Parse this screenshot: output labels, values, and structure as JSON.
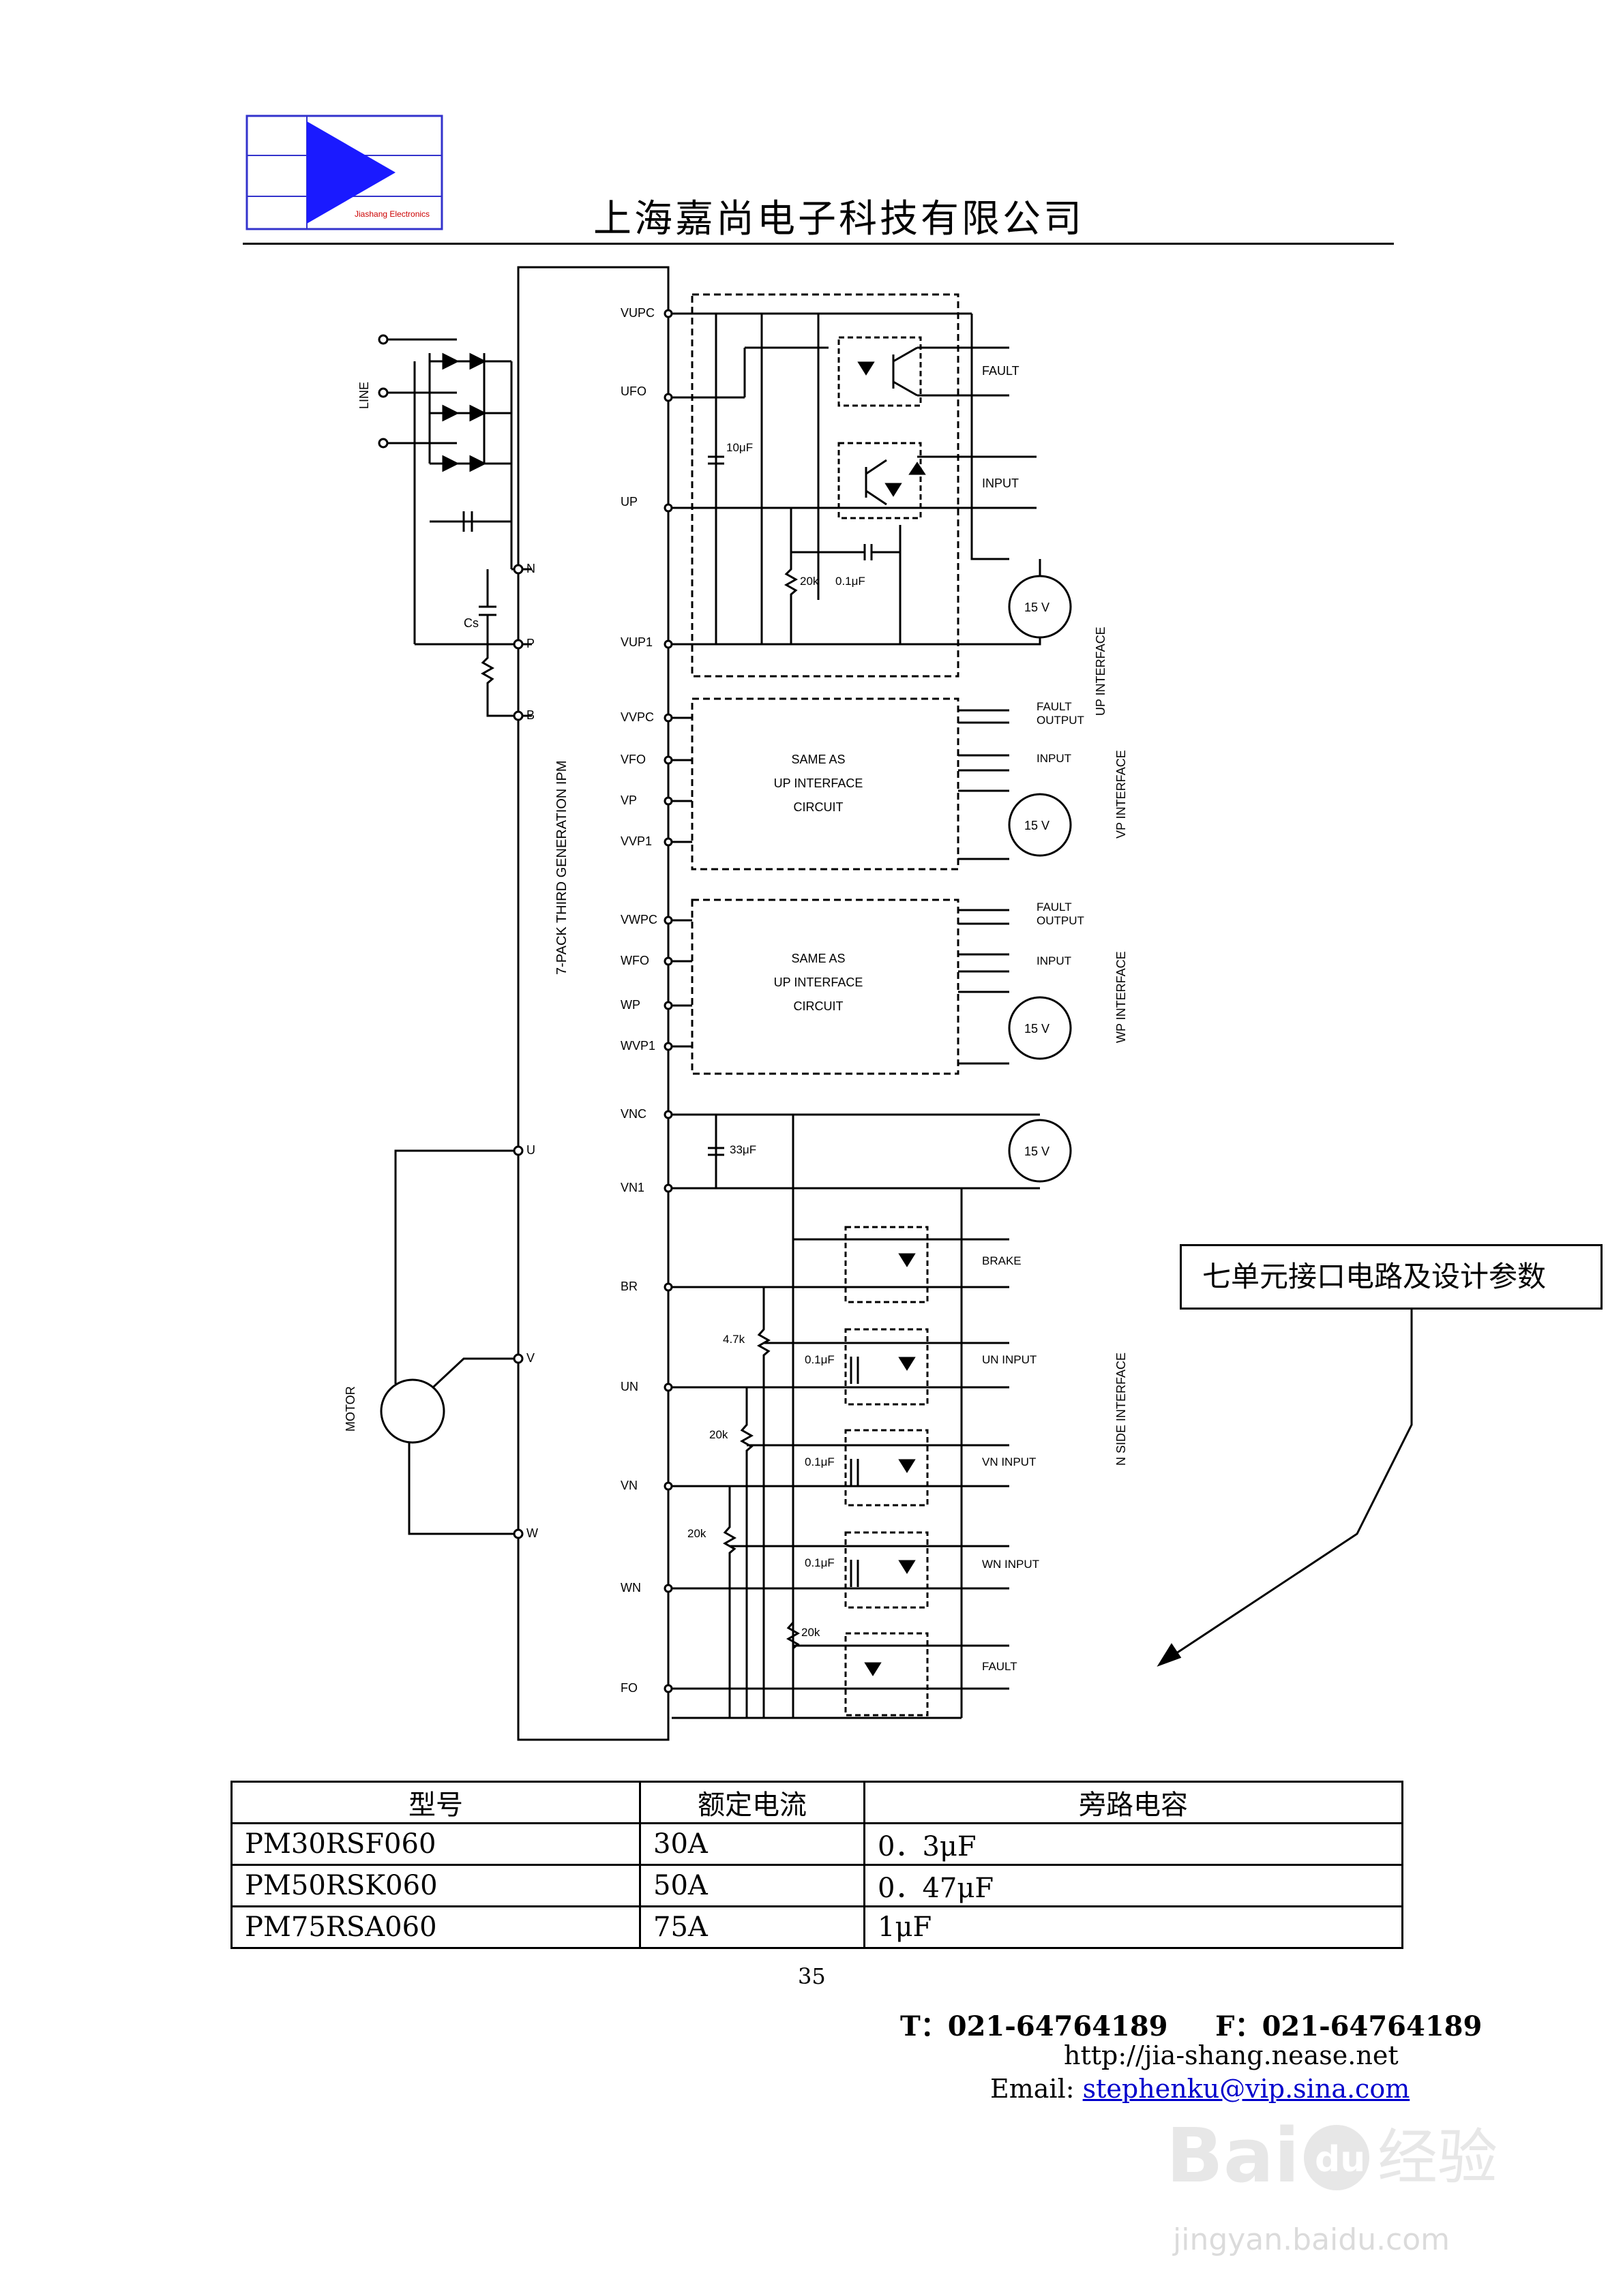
{
  "header": {
    "company": "上海嘉尚电子科技有限公司",
    "logo_text": "Jiashang Electronics"
  },
  "circuit": {
    "line_label": "LINE",
    "motor_label": "MOTOR",
    "ipm_label": "7-PACK THIRD GENERATION IPM",
    "bus_pins": [
      "N",
      "P",
      "B"
    ],
    "phase_pins": [
      "U",
      "V",
      "W"
    ],
    "cs_label": "Cs",
    "up_pins": [
      "VUPC",
      "UFO",
      "UP",
      "VUP1"
    ],
    "vp_pins": [
      "VVPC",
      "VFO",
      "VP",
      "VVP1"
    ],
    "wp_pins": [
      "VWPC",
      "WFO",
      "WP",
      "WVP1"
    ],
    "n_pins": [
      "VNC",
      "VN1",
      "BR",
      "UN",
      "VN",
      "WN",
      "FO"
    ],
    "up_interface": {
      "title": "UP INTERFACE",
      "fault": "FAULT",
      "input": "INPUT",
      "cap_10": "10μF",
      "r_20k": "20k",
      "cap_01": "0.1μF",
      "supply": "15 V"
    },
    "same_as": [
      "SAME AS",
      "UP INTERFACE",
      "CIRCUIT"
    ],
    "vp_interface": {
      "title": "VP INTERFACE",
      "fault": "FAULT",
      "output": "OUTPUT",
      "input": "INPUT",
      "supply": "15 V"
    },
    "wp_interface": {
      "title": "WP INTERFACE",
      "fault": "FAULT",
      "output": "OUTPUT",
      "input": "INPUT",
      "supply": "15 V"
    },
    "n_interface": {
      "title": "N SIDE INTERFACE",
      "cap_33": "33μF",
      "supply": "15 V",
      "brake": "BRAKE",
      "un_input": "UN INPUT",
      "vn_input": "VN INPUT",
      "wn_input": "WN INPUT",
      "fault": "FAULT",
      "r_47k": "4.7k",
      "r_20k": "20k",
      "cap_01": "0.1μF"
    }
  },
  "callout": "七单元接口电路及设计参数",
  "table": {
    "headers": [
      "型号",
      "额定电流",
      "旁路电容"
    ],
    "rows": [
      [
        "PM30RSF060",
        "30A",
        "0．3μF"
      ],
      [
        "PM50RSK060",
        "50A",
        "0．47μF"
      ],
      [
        "PM75RSA060",
        "75A",
        "1μF"
      ]
    ]
  },
  "footer": {
    "page_number": "35",
    "tel": "T：021-64764189",
    "fax": "F：021-64764189",
    "website": "http://jia-shang.nease.net",
    "email_label": "Email:",
    "email": "stephenku@vip.sina.com"
  },
  "watermark": {
    "brand": "Bai",
    "brand2": "du",
    "cn": "经验",
    "url": "jingyan.baidu.com"
  },
  "colors": {
    "logo_blue": "#1a1aff",
    "link_blue": "#0000cc",
    "logo_frame": "#3333cc"
  }
}
